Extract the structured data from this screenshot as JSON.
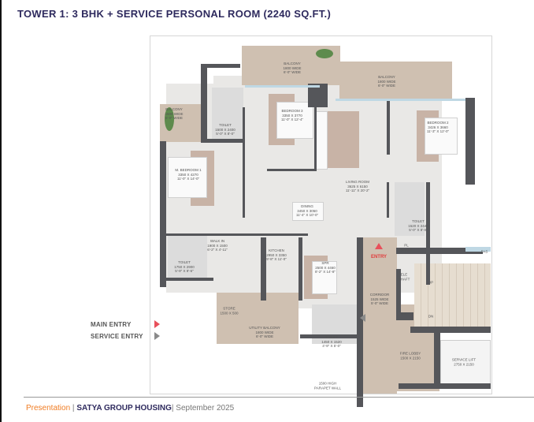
{
  "slide": {
    "title": "TOWER 1: 3 BHK + SERVICE PERSONAL ROOM (2240 SQ.FT.)",
    "footer": {
      "presentation": "Presentation",
      "separator1": " | ",
      "company": "SATYA GROUP HOUSING",
      "separator2": "| ",
      "date": "September 2025"
    }
  },
  "legend": {
    "main_entry": "MAIN ENTRY",
    "service_entry": "SERVICE ENTRY",
    "main_entry_color": "#e8505b",
    "service_entry_color": "#8a8a8a"
  },
  "rooms": [
    {
      "text": "BALCONY\n1500 WIDE\n5'-0\" WIDE"
    },
    {
      "text": "BALCONY\n1800 WIDE\n6'-0\" WIDE"
    },
    {
      "text": "BALCONY\n1800 WIDE\n6'-0\" WIDE"
    },
    {
      "text": "TOILET\n1500 X 2400\n5'-0\" X 8'-0\""
    },
    {
      "text": "BEDROOM 3\n3350 X 3770\n11'-0\" X 12'-4\""
    },
    {
      "text": "BEDROOM 2\n3426 X 3660\n11'-3\" X 12'-0\""
    },
    {
      "text": "M. BEDROOM 1\n3350 X 4270\n11'-0\" X 14'-0\""
    },
    {
      "text": "LIVING ROOM\n3625 X 6150\n11'-11\" X 20'-2\""
    },
    {
      "text": "DINING\n3450 X 3050\n11'-4\" X 10'-0\""
    },
    {
      "text": "TOILET\n1520 X 2440\n5'-0\" X 8'-0\""
    },
    {
      "text": "WALK IN\n1900 X 1500\n6'-2\" X 4'-11\""
    },
    {
      "text": "TOILET\n1750 X 2900\n5'-9\" X 9'-6\""
    },
    {
      "text": "KITCHEN\n2950 X 3350\n9'-8\" X 11'-0\""
    },
    {
      "text": "SPR\n2500 X 4460\n8'-2\" X 14'-8\""
    },
    {
      "text": "PL\nSHAFT"
    },
    {
      "text": "ELE\nSHAFT"
    },
    {
      "text": "THC"
    },
    {
      "text": "UP"
    },
    {
      "text": "DN"
    },
    {
      "text": "CORRIDOR\n1525 WIDE\n5'-0\" WIDE"
    },
    {
      "text": "STORE\n1500 X 500"
    },
    {
      "text": "UTILITY BALCONY\n1800 WIDE\n6'-0\" WIDE"
    },
    {
      "text": "TOILET\n1450 X 1520\n4'-9\" X 5'-0\""
    },
    {
      "text": "FIRE LOBBY\n1500 X 2150"
    },
    {
      "text": "SERVICE LIFT\n2750 X 2150"
    },
    {
      "text": "1500 HIGH\nPARAPET WALL"
    },
    {
      "text": "PAS"
    }
  ],
  "entry_label": "ENTRY",
  "colors": {
    "title": "#2e2a5e",
    "presentation": "#f07c23",
    "entry": "#e03c3c",
    "wall": "#55565a",
    "balcony": "#cfc0b1"
  }
}
